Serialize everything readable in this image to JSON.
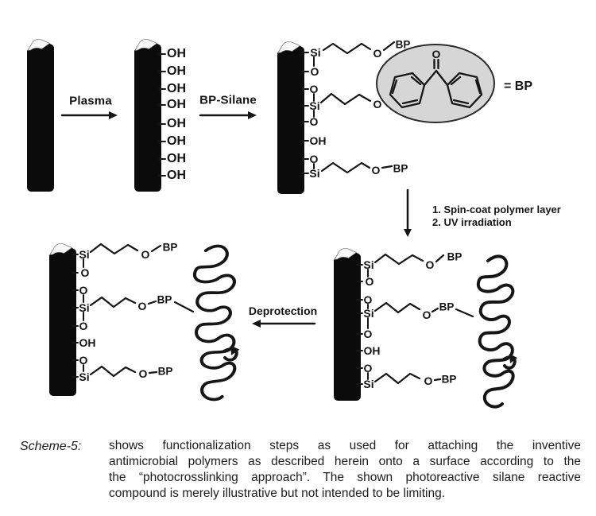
{
  "figure": {
    "atoms": {
      "si": "Si",
      "o": "O",
      "oh": "OH",
      "bp": "BP"
    },
    "side_groups": [
      "Si",
      "O",
      "O",
      "Si",
      "O",
      "OH",
      "O",
      "Si"
    ],
    "hydroxyls": [
      "OH",
      "OH",
      "OH",
      "OH",
      "OH",
      "OH",
      "OH",
      "OH"
    ],
    "legend": {
      "equals_bp": "= BP",
      "carbonyl_o": "O"
    },
    "arrows": {
      "plasma": "Plasma",
      "bp_silane": "BP-Silane",
      "step1": "1. Spin-coat polymer layer",
      "step2": "2. UV irradiation",
      "deprotection": "Deprotection"
    }
  },
  "caption": {
    "label": "Scheme-5:",
    "lines": [
      "shows functionalization steps as used for attaching the inventive",
      "antimicrobial polymers as described herein onto a surface according to the",
      "the “photocrosslinking approach”. The shown photoreactive silane reactive",
      "compound is merely illustrative but not intended to be limiting."
    ]
  },
  "colors": {
    "ink": "#161616",
    "bar": "#0b0b0b",
    "ellipse_fill": "#d6d6d6",
    "background": "#ffffff"
  }
}
